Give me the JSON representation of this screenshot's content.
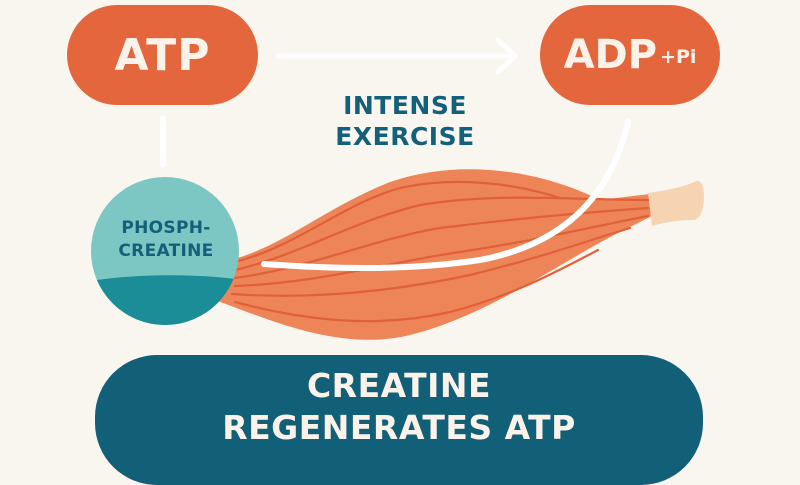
{
  "colors": {
    "background": "#F9F6F0",
    "orange": "#E4663D",
    "muscle": "#EE8559",
    "muscle_fiber": "#E0603A",
    "tendon": "#F6D4B2",
    "teal_light": "#7CC7C4",
    "teal_dark": "#1B8D96",
    "navy": "#125F78",
    "text_light": "#FBF3EA"
  },
  "nodes": {
    "atp": {
      "label": "ATP"
    },
    "adp": {
      "label": "ADP",
      "suffix": "+Pi"
    },
    "phosphocreatine": {
      "line1": "PHOSPH-",
      "line2": "CREATINE"
    }
  },
  "center_label": {
    "line1": "INTENSE",
    "line2": "EXERCISE"
  },
  "banner": {
    "line1": "CREATINE",
    "line2": "REGENERATES ATP"
  },
  "connectors": [
    {
      "from": "atp",
      "to": "adp",
      "type": "arrow",
      "icon": "arrow-right-icon"
    },
    {
      "from": "atp",
      "to": "phosphocreatine",
      "type": "line"
    },
    {
      "from": "adp",
      "to": "phosphocreatine",
      "type": "curve"
    }
  ],
  "illustration": {
    "icon": "muscle-icon"
  }
}
